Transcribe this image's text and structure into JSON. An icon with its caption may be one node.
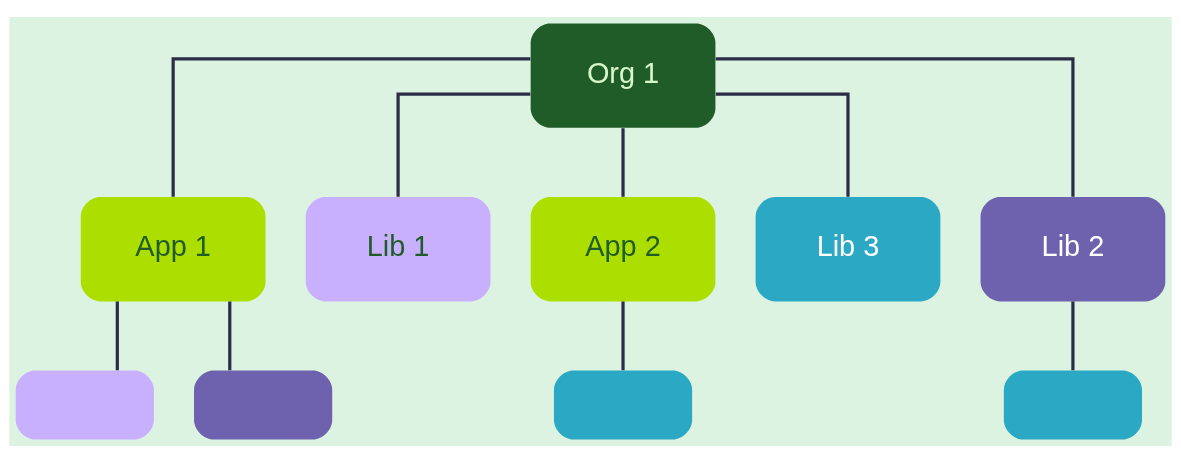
{
  "diagram": {
    "nodes": [
      {
        "text": [
          "Org 1"
        ]
      },
      {
        "text": [
          "App 1"
        ]
      },
      {
        "text": [
          "Lib 1"
        ]
      },
      {
        "text": [
          "App 2"
        ]
      },
      {
        "text": [
          "Lib 3"
        ]
      },
      {
        "text": [
          "Lib 2"
        ]
      },
      {
        "text": [],
        "shape": "box"
      },
      {
        "text": [],
        "shape": "box"
      },
      {
        "text": [],
        "shape": "box"
      },
      {
        "text": [],
        "shape": "box"
      }
    ],
    "edges": [
      {
        "from": 0,
        "to": 1,
        "arrow": "none"
      },
      {
        "from": 0,
        "to": 2,
        "arrow": "none"
      },
      {
        "from": 0,
        "to": 3,
        "arrow": "none"
      },
      {
        "from": 0,
        "to": 4,
        "arrow": "none"
      },
      {
        "from": 0,
        "to": 5,
        "arrow": "none"
      },
      {
        "from": 1,
        "to": 6,
        "arrow": "none"
      },
      {
        "from": 1,
        "to": 7,
        "arrow": "none"
      },
      {
        "from": 3,
        "to": 8,
        "arrow": "none"
      },
      {
        "from": 5,
        "to": 9,
        "arrow": "none"
      }
    ]
  }
}
